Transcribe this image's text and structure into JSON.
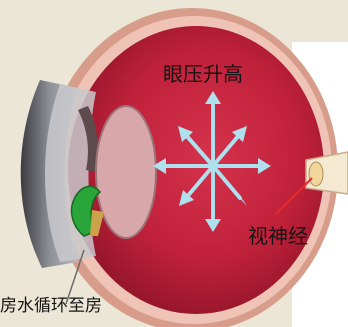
{
  "labels": {
    "pressure": "眼压升高",
    "optic_nerve": "视神经",
    "aqueous_flow": "房水循环至房"
  },
  "colors": {
    "background": "#ece6d6",
    "vitreous": "#c0213a",
    "sclera_wall": "#d79c8a",
    "arrows": "#aee0ee",
    "lens": "#d7a7aa",
    "ciliary_body": "#2aa53a",
    "pointer_line": "#e22c2c"
  }
}
